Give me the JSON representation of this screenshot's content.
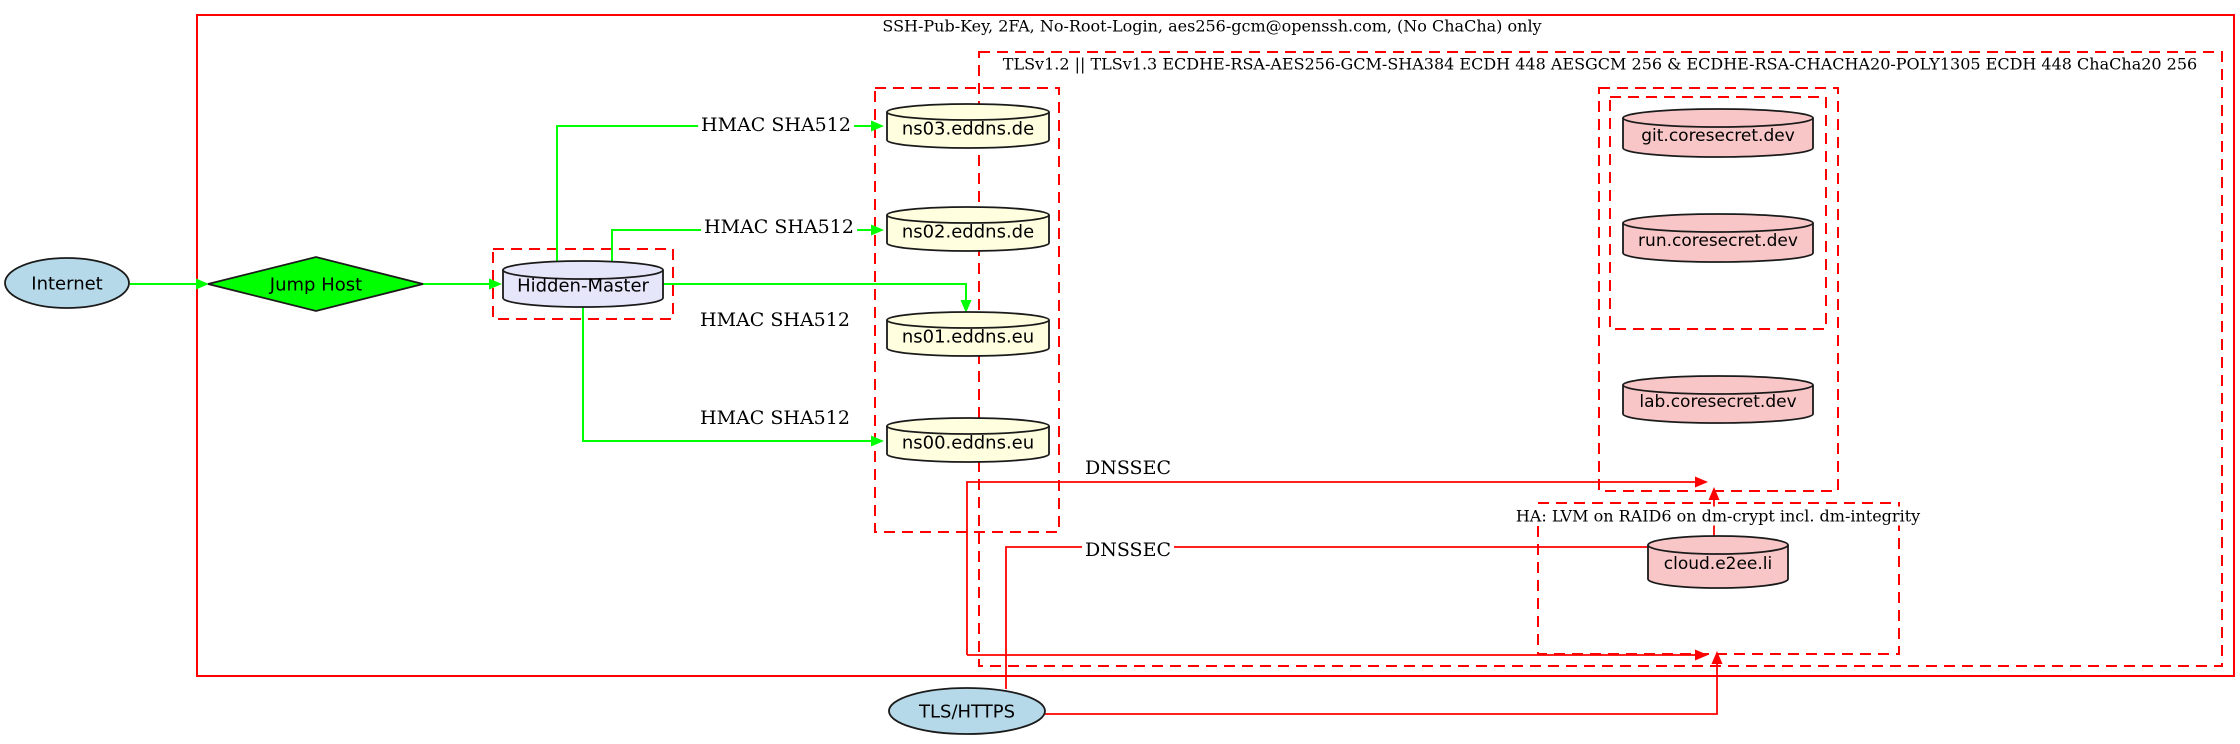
{
  "diagram": {
    "clusters": {
      "ssh": {
        "label": "SSH-Pub-Key, 2FA, No-Root-Login, aes256-gcm@openssh.com, (No ChaCha) only"
      },
      "tls": {
        "label": "TLSv1.2 || TLSv1.3 ECDHE-RSA-AES256-GCM-SHA384 ECDH 448 AESGCM 256 & ECDHE-RSA-CHACHA20-POLY1305 ECDH 448 ChaCha20 256"
      },
      "ha": {
        "label": "HA: LVM on RAID6 on dm-crypt incl. dm-integrity"
      }
    },
    "nodes": {
      "internet": {
        "label": "Internet"
      },
      "jump_host": {
        "label": "Jump Host"
      },
      "hidden_master": {
        "label": "Hidden-Master"
      },
      "ns03": {
        "label": "ns03.eddns.de"
      },
      "ns02": {
        "label": "ns02.eddns.de"
      },
      "ns01": {
        "label": "ns01.eddns.eu"
      },
      "ns00": {
        "label": "ns00.eddns.eu"
      },
      "git": {
        "label": "git.coresecret.dev"
      },
      "run": {
        "label": "run.coresecret.dev"
      },
      "lab": {
        "label": "lab.coresecret.dev"
      },
      "cloud": {
        "label": "cloud.e2ee.li"
      },
      "tls_https": {
        "label": "TLS/HTTPS"
      }
    },
    "edge_labels": {
      "hmac_ns03": "HMAC SHA512",
      "hmac_ns02": "HMAC SHA512",
      "hmac_ns01": "HMAC SHA512",
      "hmac_ns00": "HMAC SHA512",
      "dnssec_1": "DNSSEC",
      "dnssec_2": "DNSSEC"
    },
    "colors": {
      "edge_secure": "#00ff00",
      "edge_tls": "#ff0000",
      "cluster_border": "#ff0000",
      "node_internet_fill": "#b5d9e9",
      "node_ns_fill": "#ffffe0",
      "node_master_fill": "#e6e6fa",
      "node_secret_fill": "#f8c6c6",
      "node_border": "#1a1a1a"
    }
  }
}
